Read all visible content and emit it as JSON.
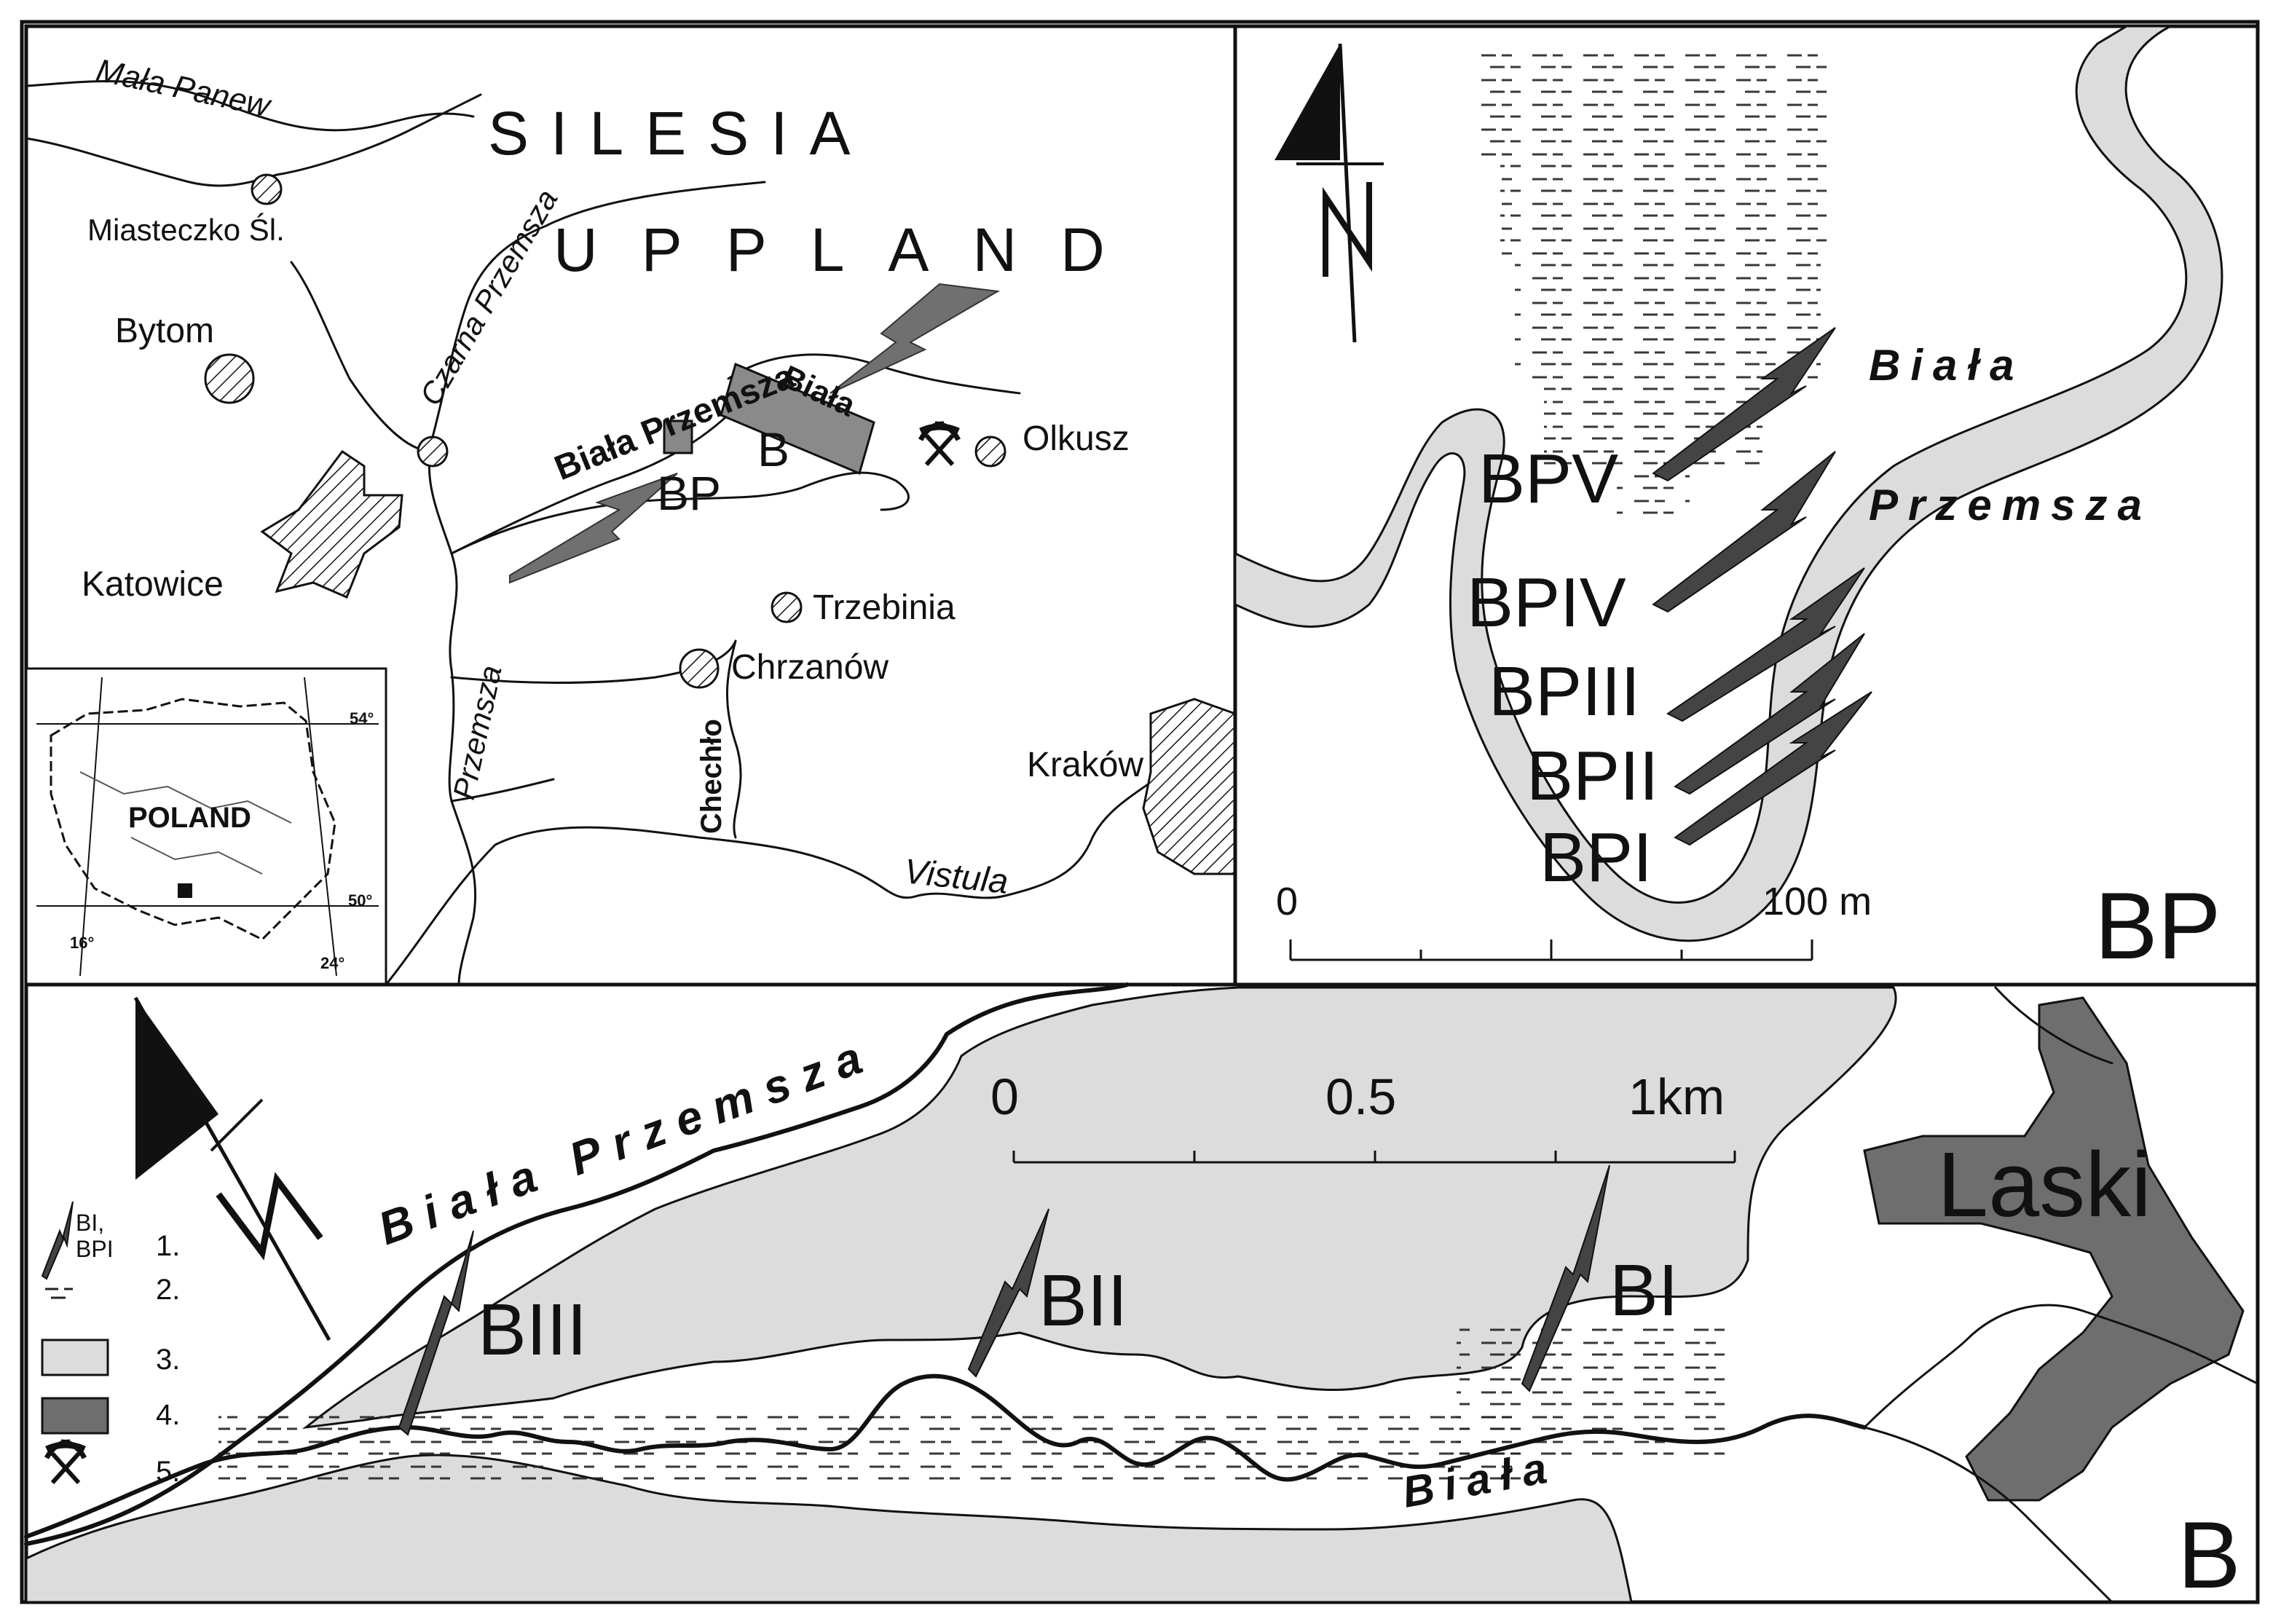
{
  "map1": {
    "region_top": "SILESIA",
    "region_bottom": "UPPLAND",
    "rivers": {
      "mala_panew": "Mała Panew",
      "czarna_przemsza": "Czarna Przemsza",
      "biala_przemsza": "Biała Przemsza",
      "biala": "Biała",
      "przemsza": "Przemsza",
      "chechlo": "Chechło",
      "vistula": "Vistula"
    },
    "towns": {
      "miasteczko": "Miasteczko Śl.",
      "bytom": "Bytom",
      "katowice": "Katowice",
      "olkusz": "Olkusz",
      "trzebinia": "Trzebinia",
      "chrzanow": "Chrzanów",
      "krakow": "Kraków"
    },
    "site_labels": {
      "bp": "BP",
      "b": "B"
    },
    "inset": {
      "country": "POLAND",
      "lat_top": "54°",
      "lat_bottom": "50°",
      "lon_left": "16°",
      "lon_right": "24°"
    }
  },
  "map2": {
    "panel_label": "BP",
    "river_word1": "Biała",
    "river_word2": "Przemsza",
    "sites": [
      "BPV",
      "BPIV",
      "BPIII",
      "BPII",
      "BPI"
    ],
    "scale": {
      "start": "0",
      "end": "100 m"
    },
    "north": "N"
  },
  "map3": {
    "panel_label": "B",
    "river_main": "Biała Przemsza",
    "river_small": "Biała",
    "village": "Laski",
    "sites": [
      "BIII",
      "BII",
      "BI"
    ],
    "scale": {
      "start": "0",
      "mid": "0.5",
      "end": "1km"
    },
    "north": "N"
  },
  "legend": {
    "item1_sym_a": "BI,",
    "item1_sym_b": "BPI",
    "items": [
      "1.",
      "2.",
      "3.",
      "4.",
      "5."
    ]
  },
  "colors": {
    "light_fill": "#dcdcdc",
    "dark_fill": "#6e6e6e",
    "arrow_fill": "#444444"
  }
}
